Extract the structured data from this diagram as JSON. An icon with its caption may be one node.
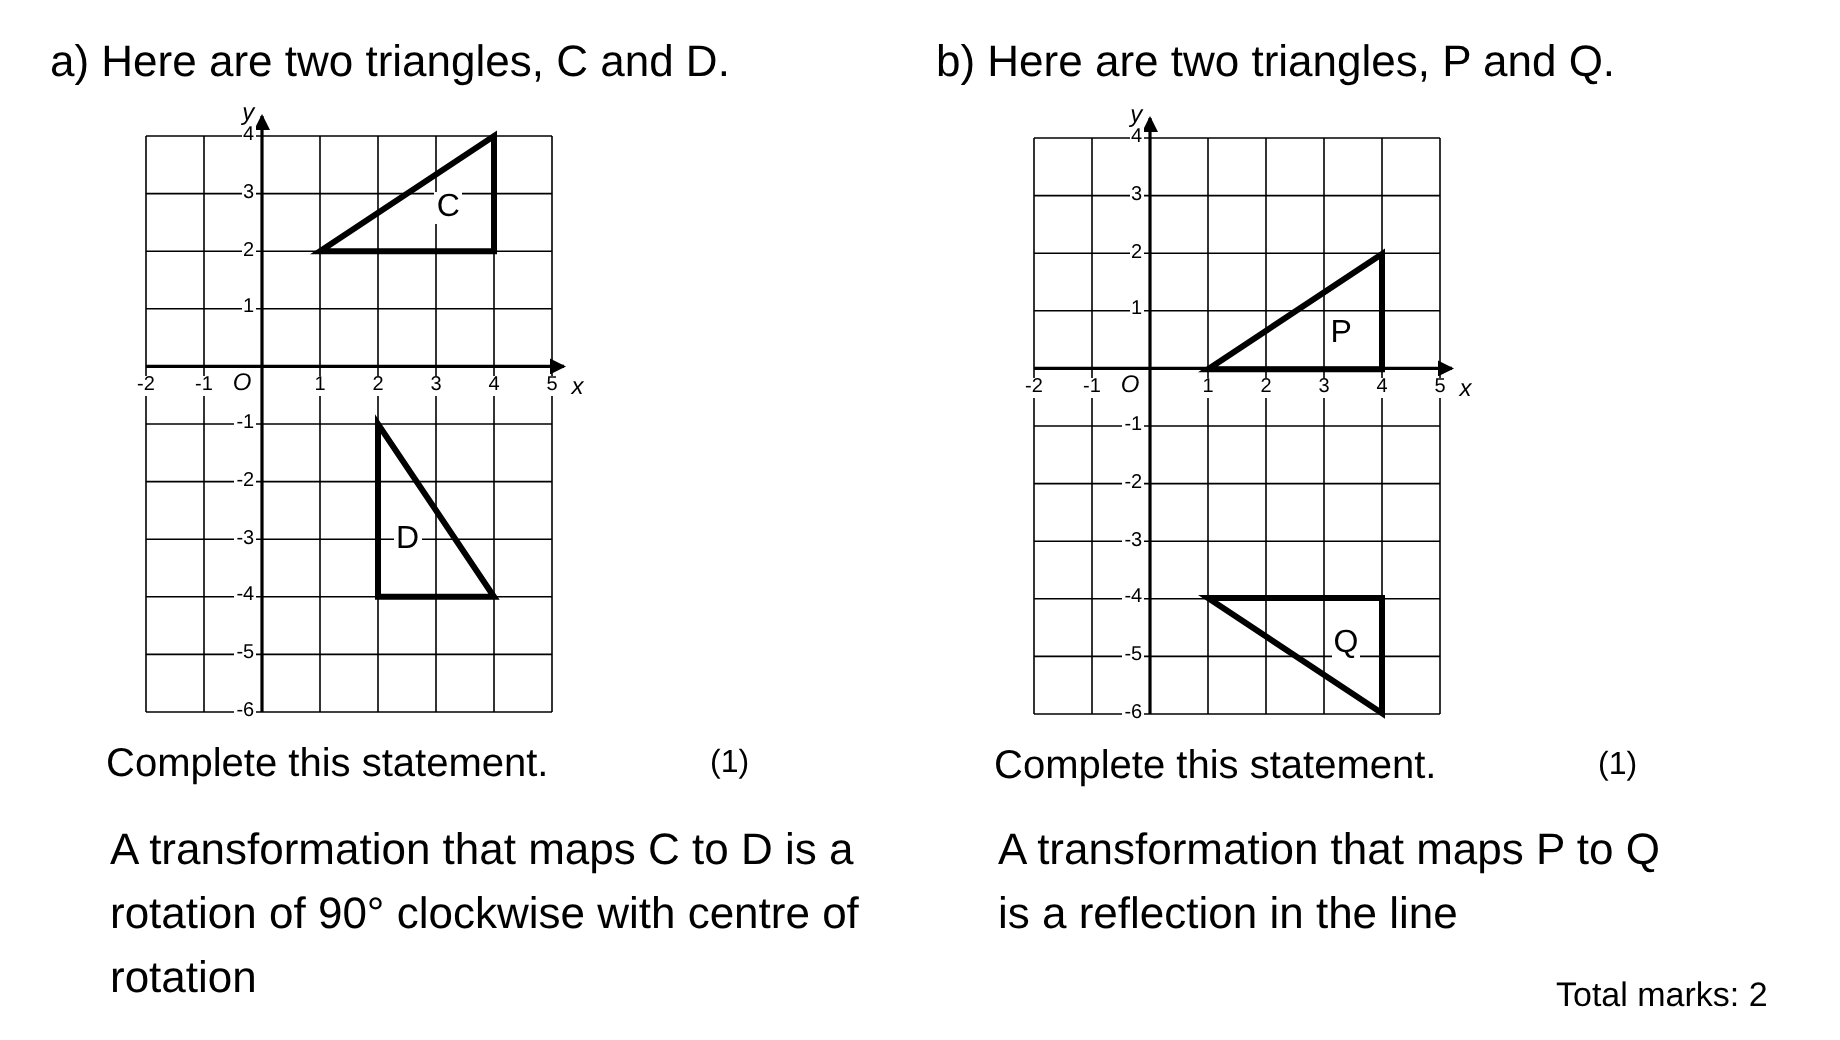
{
  "diagram": {
    "nodes": [
      {
        "text": [
          "C"
        ]
      },
      {
        "text": [
          "D"
        ]
      },
      {
        "text": [
          "P"
        ]
      },
      {
        "text": [
          "Q"
        ]
      }
    ],
    "labels": [
      "a) Here are two triangles, C and D.",
      "b) Here are two triangles, P and Q.",
      "y",
      "4",
      "3",
      "2",
      "1",
      "-2",
      "-1",
      "O",
      "1",
      "2",
      "3",
      "4",
      "5",
      "x",
      "-1",
      "-2",
      "-3",
      "-4",
      "-5",
      "-6",
      "y",
      "4",
      "3",
      "2",
      "1",
      "-2",
      "-1",
      "O",
      "1",
      "2",
      "3",
      "4",
      "5",
      "x",
      "-1",
      "-2",
      "-3",
      "-4",
      "-5",
      "-6",
      "Complete this statement.",
      "(1)",
      "A transformation that maps C to D is a rotation of 90° clockwise with centre of rotation",
      "Complete this statement.",
      "(1)",
      "A transformation that maps P to Q is a reflection in the line",
      "Total marks: 2"
    ]
  }
}
